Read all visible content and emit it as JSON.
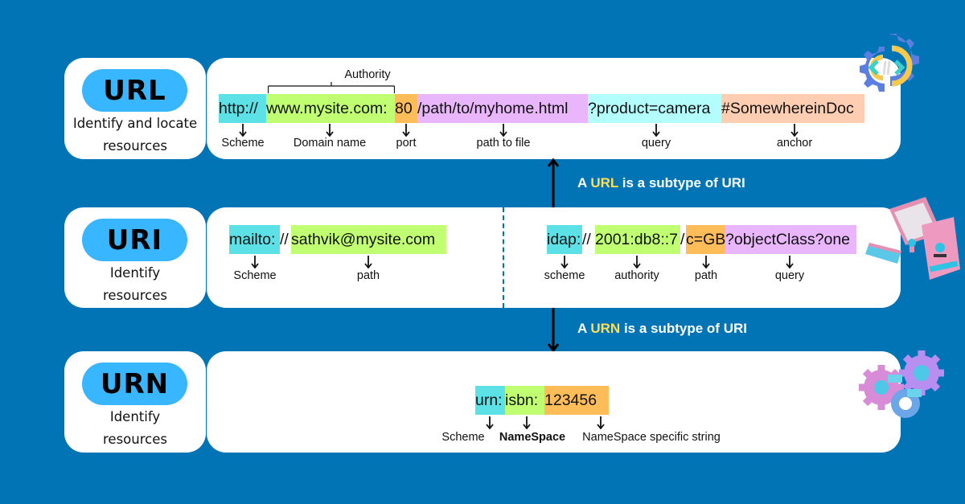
{
  "colors": {
    "background": "#0174b5",
    "pill": "#38b6ff",
    "scheme": "#5ce1e6",
    "authority": "#c1ff72",
    "port": "#ffbd59",
    "path": "#e9b6fb",
    "query": "#b3fdfd",
    "anchor": "#ffcdb2",
    "highlight": "#ffde59"
  },
  "url_row": {
    "title": "URL",
    "description_line1": "Identify and locate",
    "description_line2": "resources",
    "authority_label": "Authority",
    "segments": [
      {
        "text": "http://",
        "role": "scheme"
      },
      {
        "text": "www.mysite.com:",
        "role": "authority"
      },
      {
        "text": "80",
        "role": "port"
      },
      {
        "text": "/path/to/myhome.html",
        "role": "path"
      },
      {
        "text": "?product=camera",
        "role": "query"
      },
      {
        "text": "#SomewhereinDoc",
        "role": "anchor"
      }
    ],
    "labels": [
      "Scheme",
      "Domain name",
      "port",
      "path to file",
      "query",
      "anchor"
    ],
    "icon": "code-gear-icon"
  },
  "url_note": {
    "prefix": "A ",
    "highlight": "URL",
    "suffix": " is a subtype of URI"
  },
  "uri_row": {
    "title": "URI",
    "description_line1": "Identify",
    "description_line2": "resources",
    "example1": {
      "segments": [
        {
          "text": "mailto:",
          "role": "scheme"
        },
        {
          "text": "//",
          "role": "plain"
        },
        {
          "text": "sathvik@mysite.com",
          "role": "authority"
        }
      ],
      "labels": [
        "Scheme",
        "path"
      ]
    },
    "example2": {
      "segments": [
        {
          "text": "idap:",
          "role": "scheme"
        },
        {
          "text": "//",
          "role": "plain"
        },
        {
          "text": "2001:db8::7",
          "role": "authority"
        },
        {
          "text": "/",
          "role": "plain"
        },
        {
          "text": "c=GB",
          "role": "port"
        },
        {
          "text": "?objectClass?one",
          "role": "path"
        }
      ],
      "labels": [
        "scheme",
        "authority",
        "path",
        "query"
      ]
    },
    "icon": "computer-icon"
  },
  "urn_note": {
    "prefix": "A ",
    "highlight": "URN",
    "suffix": " is a subtype of URI"
  },
  "urn_row": {
    "title": "URN",
    "description_line1": "Identify",
    "description_line2": "resources",
    "segments": [
      {
        "text": "urn:",
        "role": "scheme"
      },
      {
        "text": "isbn:",
        "role": "authority"
      },
      {
        "text": "123456",
        "role": "port"
      }
    ],
    "labels": [
      "Scheme",
      "NameSpace",
      "NameSpace specific string"
    ],
    "icon": "gears-icon"
  }
}
